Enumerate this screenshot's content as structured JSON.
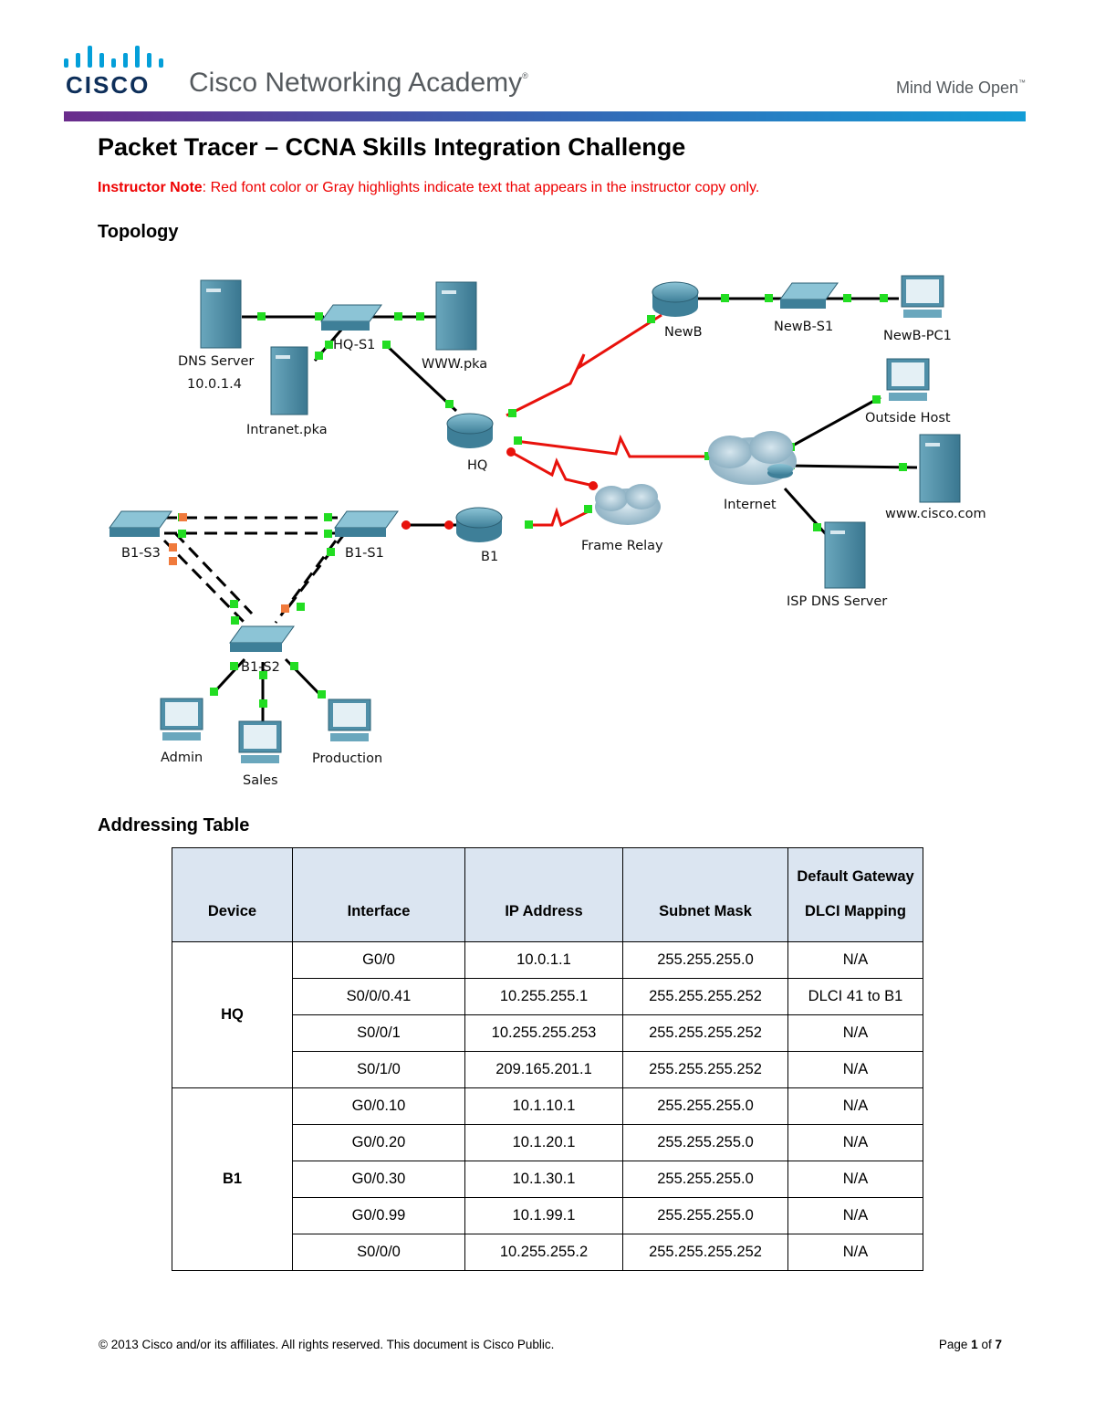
{
  "header": {
    "cisco_wordmark": "CISCO",
    "academy_name": "Cisco Networking Academy",
    "academy_mark": "®",
    "tagline": "Mind Wide Open",
    "tagline_mark": "™",
    "gradient_colors": [
      "#6a2c8c",
      "#3a5fb0",
      "#139dd6"
    ]
  },
  "document": {
    "title": "Packet Tracer – CCNA Skills Integration Challenge",
    "instructor_note_label": "Instructor Note",
    "instructor_note_text": ": Red font color or Gray highlights indicate text that appears in the instructor copy only.",
    "note_color": "#ee0000"
  },
  "topology": {
    "heading": "Topology",
    "labels": {
      "dns_server": "DNS Server",
      "dns_ip": "10.0.1.4",
      "hq_s1": "HQ-S1",
      "www_pka": "WWW.pka",
      "intranet": "Intranet.pka",
      "hq": "HQ",
      "newb": "NewB",
      "newb_s1": "NewB-S1",
      "newb_pc1": "NewB-PC1",
      "outside_host": "Outside Host",
      "internet": "Internet",
      "cisco_com": "www.cisco.com",
      "isp_dns": "ISP DNS Server",
      "frame_relay": "Frame Relay",
      "b1": "B1",
      "b1_s1": "B1-S1",
      "b1_s3": "B1-S3",
      "b1_s2": "B1-S2",
      "admin": "Admin",
      "sales": "Sales",
      "production": "Production"
    },
    "colors": {
      "serial_link": "#e8120c",
      "port_up": "#22dd22",
      "port_blocked": "#f07a3c",
      "device": "#4f8fa8"
    }
  },
  "addressing": {
    "heading": "Addressing Table",
    "columns": [
      "Device",
      "Interface",
      "IP Address",
      "Subnet Mask",
      "Default Gateway",
      "DLCI Mapping"
    ],
    "groups": [
      {
        "device": "HQ",
        "rows": [
          [
            "G0/0",
            "10.0.1.1",
            "255.255.255.0",
            "N/A"
          ],
          [
            "S0/0/0.41",
            "10.255.255.1",
            "255.255.255.252",
            "DLCI 41 to B1"
          ],
          [
            "S0/0/1",
            "10.255.255.253",
            "255.255.255.252",
            "N/A"
          ],
          [
            "S0/1/0",
            "209.165.201.1",
            "255.255.255.252",
            "N/A"
          ]
        ]
      },
      {
        "device": "B1",
        "rows": [
          [
            "G0/0.10",
            "10.1.10.1",
            "255.255.255.0",
            "N/A"
          ],
          [
            "G0/0.20",
            "10.1.20.1",
            "255.255.255.0",
            "N/A"
          ],
          [
            "G0/0.30",
            "10.1.30.1",
            "255.255.255.0",
            "N/A"
          ],
          [
            "G0/0.99",
            "10.1.99.1",
            "255.255.255.0",
            "N/A"
          ],
          [
            "S0/0/0",
            "10.255.255.2",
            "255.255.255.252",
            "N/A"
          ]
        ]
      }
    ]
  },
  "footer": {
    "copyright": "© 2013 Cisco and/or its affiliates. All rights reserved. This document is Cisco Public.",
    "page_label": "Page",
    "page_current": "1",
    "page_of": "of",
    "page_total": "7"
  }
}
